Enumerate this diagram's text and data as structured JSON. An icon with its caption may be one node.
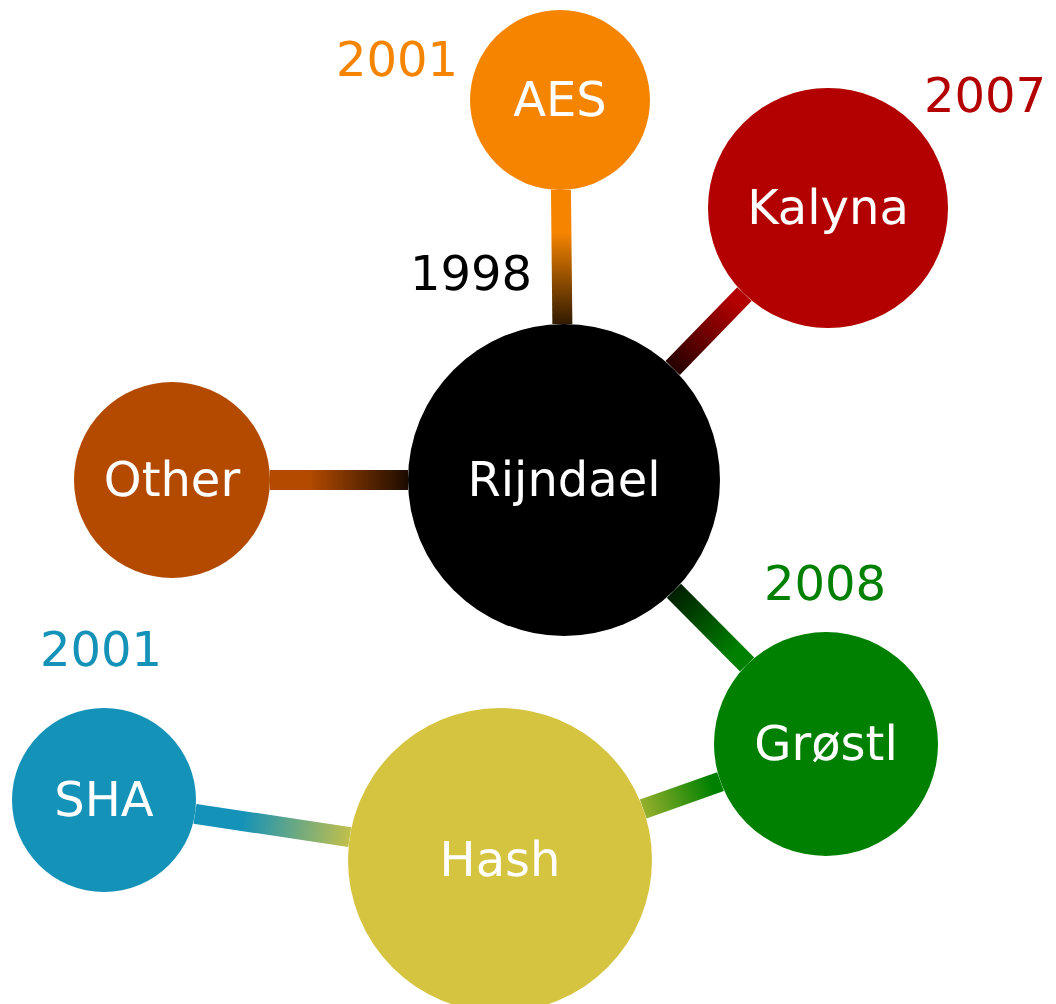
{
  "diagram": {
    "nodes": [
      {
        "text": [
          "Rijndael"
        ],
        "beside": [
          "1998"
        ]
      },
      {
        "text": [
          "AES"
        ],
        "beside": [
          "2001"
        ]
      },
      {
        "text": [
          "Kalyna"
        ],
        "beside": [
          "2007"
        ]
      },
      {
        "text": [
          "Other"
        ]
      },
      {
        "text": [
          "Grøstl"
        ],
        "beside": [
          "2008"
        ]
      },
      {
        "text": [
          "Hash"
        ]
      },
      {
        "text": [
          "SHA"
        ],
        "beside": [
          "2001"
        ]
      }
    ],
    "edges": [
      {
        "from": 0,
        "to": 1,
        "arrow": "none"
      },
      {
        "from": 0,
        "to": 2,
        "arrow": "none"
      },
      {
        "from": 0,
        "to": 3,
        "arrow": "none"
      },
      {
        "from": 0,
        "to": 4,
        "arrow": "none"
      },
      {
        "from": 4,
        "to": 5,
        "arrow": "none"
      },
      {
        "from": 5,
        "to": 6,
        "arrow": "none"
      }
    ]
  }
}
